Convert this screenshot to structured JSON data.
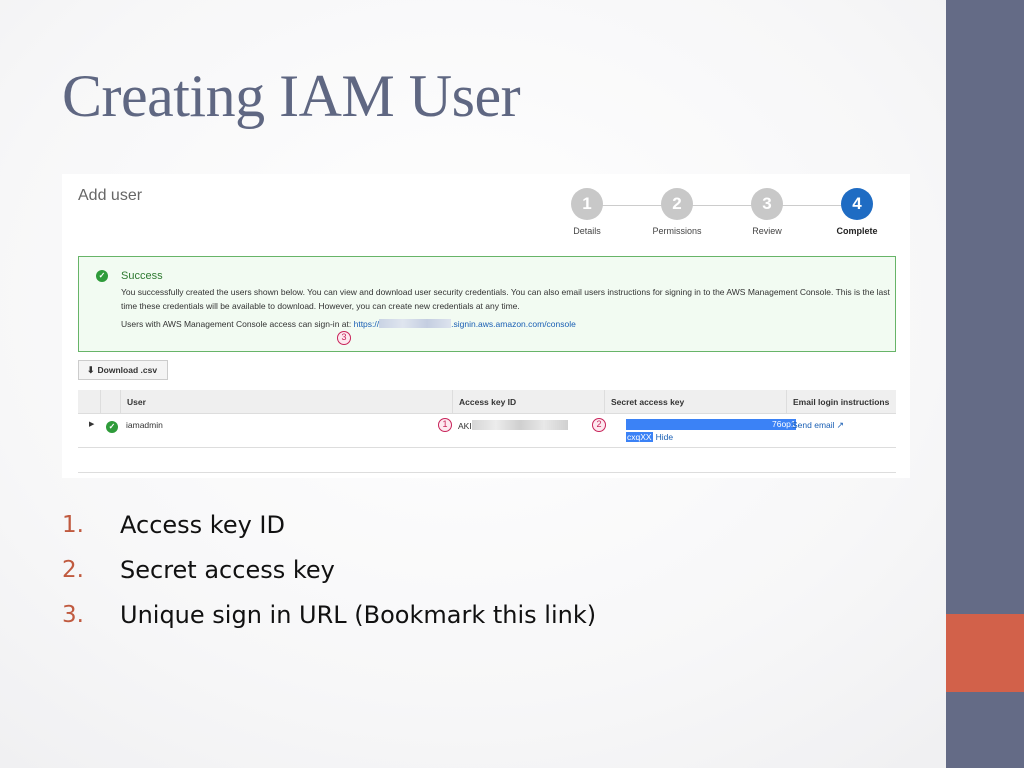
{
  "slide": {
    "title": "Creating IAM User"
  },
  "console": {
    "page_title": "Add user",
    "steps": [
      {
        "number": "1",
        "label": "Details",
        "active": false
      },
      {
        "number": "2",
        "label": "Permissions",
        "active": false
      },
      {
        "number": "3",
        "label": "Review",
        "active": false
      },
      {
        "number": "4",
        "label": "Complete",
        "active": true
      }
    ],
    "success": {
      "heading": "Success",
      "message": "You successfully created the users shown below. You can view and download user security credentials. You can also email users instructions for signing in to the AWS Management Console. This is the last time these credentials will be available to download. However, you can create new credentials at any time.",
      "signin_prefix": "Users with AWS Management Console access can sign-in at:",
      "signin_url_start": "https://",
      "signin_url_end": ".signin.aws.amazon.com/console"
    },
    "download_label": "Download .csv",
    "table": {
      "headers": [
        "User",
        "Access key ID",
        "Secret access key",
        "Email login instructions"
      ],
      "rows": [
        {
          "user": "iamadmin",
          "access_key_prefix": "AKI",
          "secret_tail": "76op1",
          "secret_line2": "cxqXX",
          "hide_label": "Hide",
          "email_label": "Send email"
        }
      ]
    },
    "markers": [
      "1",
      "2",
      "3"
    ]
  },
  "points": [
    {
      "num": "1.",
      "text": "Access key ID"
    },
    {
      "num": "2.",
      "text": "Secret access key"
    },
    {
      "num": "3.",
      "text": "Unique sign in URL (Bookmark this link)"
    }
  ],
  "colors": {
    "sidebar": "#646b86",
    "accent": "#d2614a",
    "step_active": "#1f6cc3",
    "success_border": "#67b468",
    "link": "#1a5fb4",
    "marker": "#c8245a"
  }
}
